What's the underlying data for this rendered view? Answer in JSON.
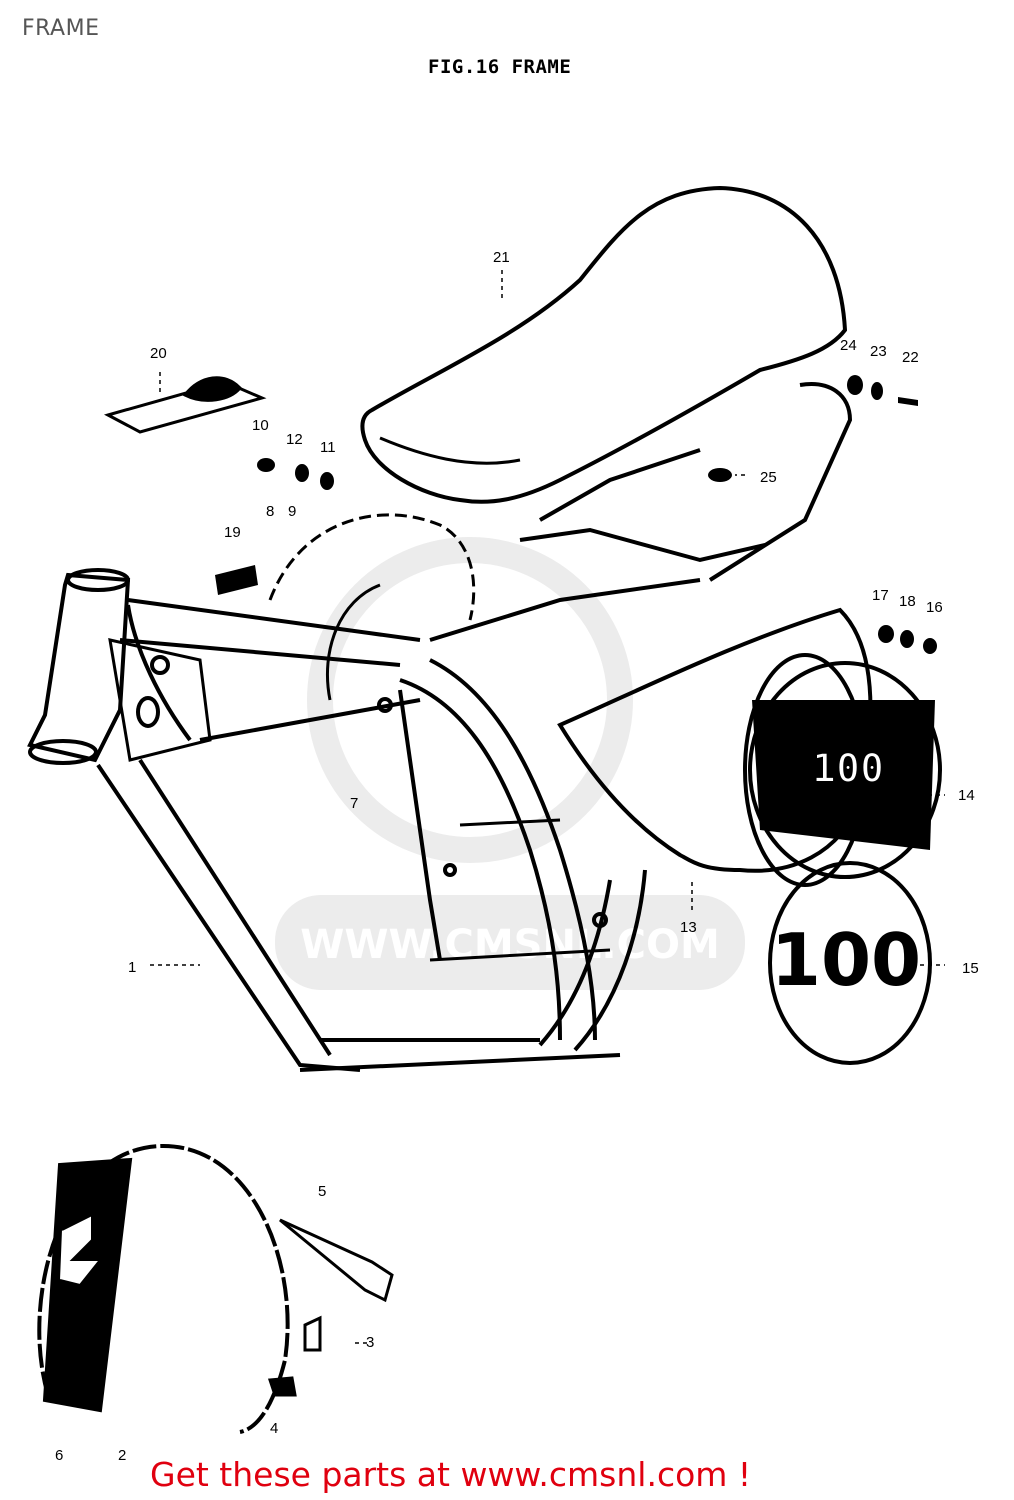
{
  "page": {
    "label": "FRAME"
  },
  "figure": {
    "title": "FIG.16 FRAME"
  },
  "callouts": [
    "1",
    "2",
    "3",
    "4",
    "5",
    "6",
    "7",
    "8",
    "9",
    "10",
    "11",
    "12",
    "13",
    "14",
    "15",
    "16",
    "17",
    "18",
    "19",
    "20",
    "21",
    "22",
    "23",
    "24",
    "25"
  ],
  "side_cover_text": "100",
  "emblem_text": "100",
  "watermark": "WWW.CMSNL.COM",
  "footer": {
    "text": "Get these parts at www.cmsnl.com !"
  },
  "colors": {
    "cta": "#e0000f",
    "ink": "#000000",
    "watermark": "#e6e6e6",
    "label": "#555555"
  }
}
